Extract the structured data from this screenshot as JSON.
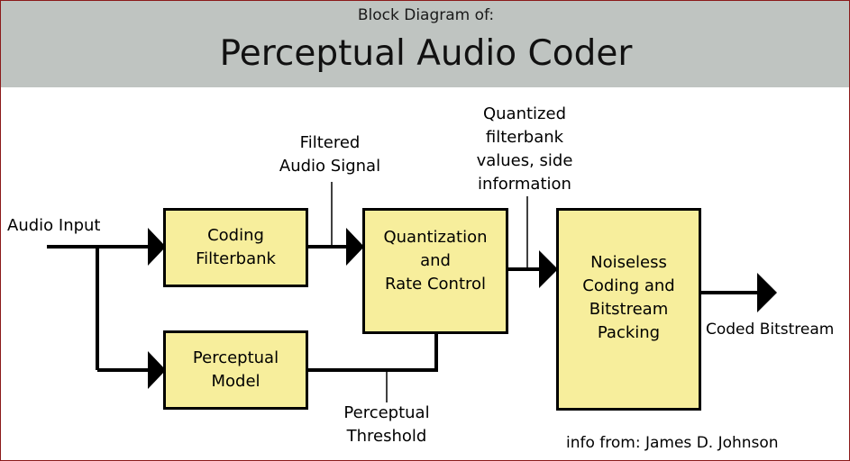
{
  "header": {
    "subtitle": "Block Diagram of:",
    "title": "Perceptual Audio Coder"
  },
  "blocks": {
    "coding_filterbank": [
      "Coding",
      "Filterbank"
    ],
    "perceptual_model": [
      "Perceptual",
      "Model"
    ],
    "quantization": [
      "Quantization",
      "and",
      "Rate Control"
    ],
    "noiseless": [
      "Noiseless",
      "Coding and",
      "Bitstream",
      "Packing"
    ]
  },
  "labels": {
    "audio_input": "Audio Input",
    "filtered": [
      "Filtered",
      "Audio Signal"
    ],
    "quantized": [
      "Quantized",
      "filterbank",
      "values, side",
      "information"
    ],
    "perceptual_threshold": [
      "Perceptual",
      "Threshold"
    ],
    "coded_bitstream": "Coded Bitstream",
    "credit": "info from: James D. Johnson"
  },
  "colors": {
    "header_bg": "#bfc4c1",
    "block_fill": "#f7ee9c",
    "line": "#000000",
    "frame": "#8b1a1a"
  }
}
